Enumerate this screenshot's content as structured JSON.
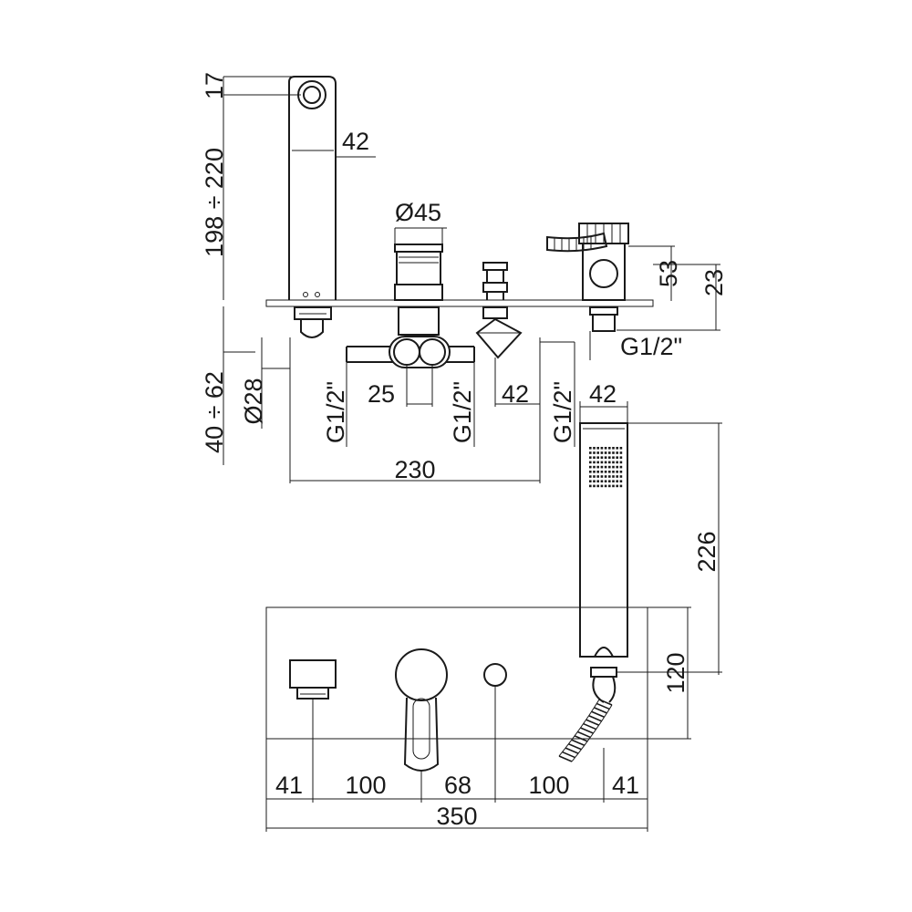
{
  "dimensions": {
    "spout_outlet_height": "17",
    "spout_height_range": "198 ÷ 220",
    "spout_width": "42",
    "handle_diameter": "Ø45",
    "diverter_height": "53",
    "diverter_base_height": "23",
    "diverter_connection": "G1/2\"",
    "shank_length_range": "40 ÷ 62",
    "shank_diameter": "Ø28",
    "connection_left": "G1/2\"",
    "connection_center": "G1/2\"",
    "connection_right": "G1/2\"",
    "shank_spacing": "25",
    "valve_width": "42",
    "hand_shower_width": "42",
    "overall_shank_width": "230",
    "hand_shower_length": "226",
    "plate_height": "120",
    "spacing_1": "41",
    "spacing_2": "100",
    "spacing_3": "68",
    "spacing_4": "100",
    "spacing_5": "41",
    "plate_width": "350"
  },
  "colors": {
    "line": "#1a1a1a",
    "background": "#ffffff"
  }
}
